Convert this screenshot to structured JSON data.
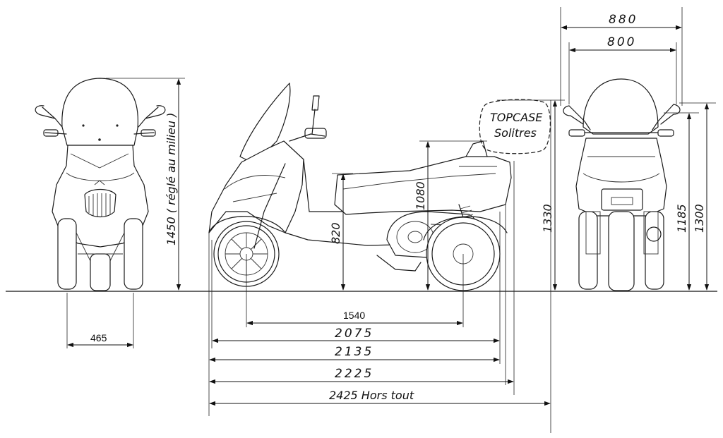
{
  "front_view": {
    "track_width": "465",
    "height_label": "1450 ( réglé au milieu )"
  },
  "side_view": {
    "wheelbase": "1540",
    "seat_height": "820",
    "height_1080": "1080",
    "length_2075": "2075",
    "length_2135": "2135",
    "length_2225": "2225",
    "overall_length": "2425 Hors tout"
  },
  "note": {
    "line1": "TOPCASE",
    "line2": "Solitres"
  },
  "rear_view": {
    "height_1330": "1330",
    "width_880": "880",
    "width_800": "800",
    "height_1185": "1185",
    "height_1300": "1300"
  }
}
